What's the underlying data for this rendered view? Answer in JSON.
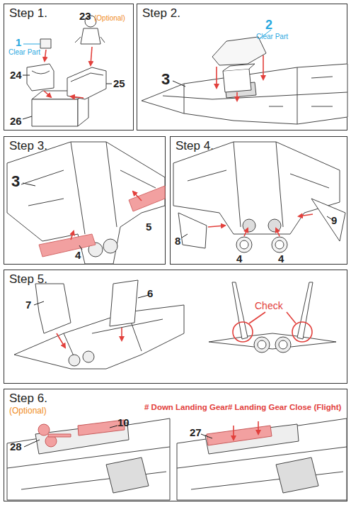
{
  "diagram": {
    "nodes": [
      {
        "text": [
          "Step 1."
        ]
      },
      {
        "text": [
          "Step 2."
        ]
      },
      {
        "text": [
          "Step 3."
        ]
      },
      {
        "text": [
          "Step 4."
        ]
      },
      {
        "text": [
          "Step 5."
        ]
      },
      {
        "text": [
          "Step 6.",
          "(Optional)"
        ]
      }
    ],
    "labels": [
      "1",
      "Clear Part",
      "23",
      "(Optional)",
      "24",
      "25",
      "26",
      "2",
      "Clear Part",
      "3",
      "3",
      "5",
      "4",
      "8",
      "4",
      "4",
      "9",
      "7",
      "6",
      "Check",
      "# Down Landing Gear",
      "# Landing Gear Close (Flight)",
      "28",
      "10",
      "27"
    ]
  }
}
